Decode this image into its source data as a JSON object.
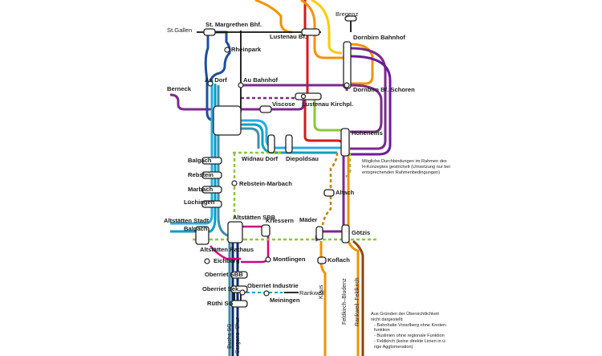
{
  "stations": {
    "bregenz": "Bregenz",
    "st_gallen": "St.Gallen",
    "st_margrethen": "St. Margrethen Bhf.",
    "lustenau_bf": "Lustenau Bf.",
    "dornbirn_bf": "Dornbirn Bahnhof",
    "rheinpark": "Rheinpark",
    "au_dorf": "Au Dorf",
    "au_bahnhof": "Au Bahnhof",
    "dornbirn_schoren": "Dornbirn Bf. Schoren",
    "berneck": "Berneck",
    "viscose": "Viscose",
    "lustenau_kirchpl": "Lustenau Kirchpl.",
    "hohenems": "Hohenems",
    "widnau_dorf": "Widnau Dorf",
    "diepoldsau": "Diepoldsau",
    "balgach": "Balgach",
    "rebstein": "Rebstein",
    "marbach": "Marbach",
    "rebstein_marbach": "Rebstein-Marbach",
    "luechingen": "Lüchingen",
    "altach": "Altach",
    "altstaetten_stadt": "Altstätten Stadt",
    "altstaetten_sbb": "Altstätten SBB",
    "maeder": "Mäder",
    "balgach2": "Balgach",
    "kriessern": "Kriessern",
    "goetzis": "Götzis",
    "altstaetten_rathaus": "Altstätten Rathaus",
    "eichberg": "Eichberg",
    "montlingen": "Montlingen",
    "koflach": "Koflach",
    "oberriet_sbb": "Oberriet SBB",
    "oberriet_industrie": "Oberriet Industrie",
    "oberriet_sek": "Oberriet Sek.",
    "rankweil": "Rankweil",
    "meiningen": "Meiningen",
    "rueti": "Rüthi SG"
  },
  "line_ends": {
    "klaus": "Klaus",
    "feldkirch_bludenz": "Feldkirch–Bludenz",
    "rankweil_feldkirch": "Rankweil–Feldkirch",
    "buchs": "Buchs SG",
    "sargans": "Sargans–Chur"
  },
  "notes": {
    "dashed_note": [
      "Mögliche Durchbindungen im Rahmen des",
      "H-Konzeptes gestrichelt (Umsetzung nur bei",
      "entsprechenden Rahmenbedingungen)"
    ],
    "omitted_intro": [
      "Aus Gründen der Übersichtlichkeit",
      "nicht dargestellt:"
    ],
    "omitted_items": [
      "- Bahnhalte Vorarlberg ohne Knoten-",
      "  funktion",
      "- Buslinien ohne regionale Funktion",
      "- Feldkirch (keine direkte Linien in ü-",
      "  rige Agglomeration)"
    ]
  },
  "colors": {
    "red": "#d7191c",
    "orange": "#f39200",
    "yellow": "#ffcc00",
    "light_green": "#8cc63f",
    "green_dashed": "#8cc63f",
    "purple": "#7b2a8b",
    "violet": "#6a1b9a",
    "blue": "#1f4e9c",
    "light_blue": "#29abe2",
    "cyan": "#00a0c6",
    "teal": "#3f8fa8",
    "magenta": "#d6007e",
    "dark_blue": "#0d2c6b",
    "brown": "#8b4513",
    "black": "#111111"
  }
}
